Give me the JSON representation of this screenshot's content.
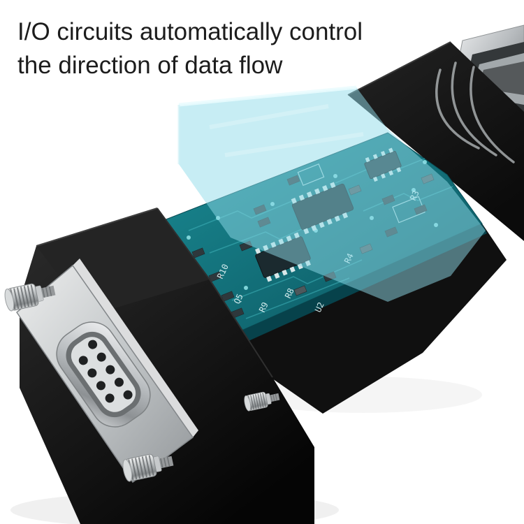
{
  "caption": {
    "line1": "I/O circuits automatically control",
    "line2": "the direction of data flow"
  },
  "pcb": {
    "labels": [
      "R10",
      "Q5",
      "R9",
      "R8",
      "U2",
      "R4",
      "R3"
    ]
  },
  "colors": {
    "background": "#ffffff",
    "text": "#1c1c1c",
    "housing_black": "#151515",
    "metal_silver": "#c9cdcf",
    "pcb_teal": "#117680",
    "cover_cyan": "#8fdcea"
  }
}
